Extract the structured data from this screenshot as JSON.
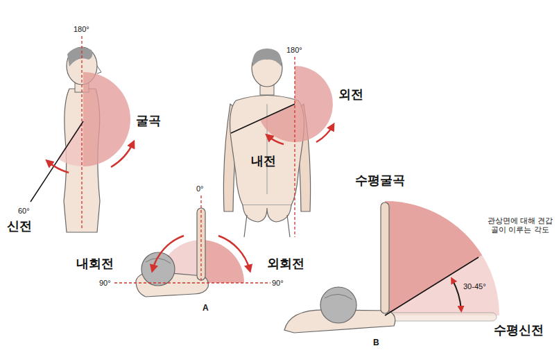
{
  "diagram": {
    "labels": [
      "180°",
      "굴곡",
      "60°",
      "신전",
      "180°",
      "외전",
      "내전",
      "0°",
      "내회전",
      "외회전",
      "90°",
      "90°",
      "A",
      "수평굴곡",
      "관상면에 대해 견갑골이 이루는 각도",
      "30-45°",
      "수평신전",
      "B"
    ]
  }
}
